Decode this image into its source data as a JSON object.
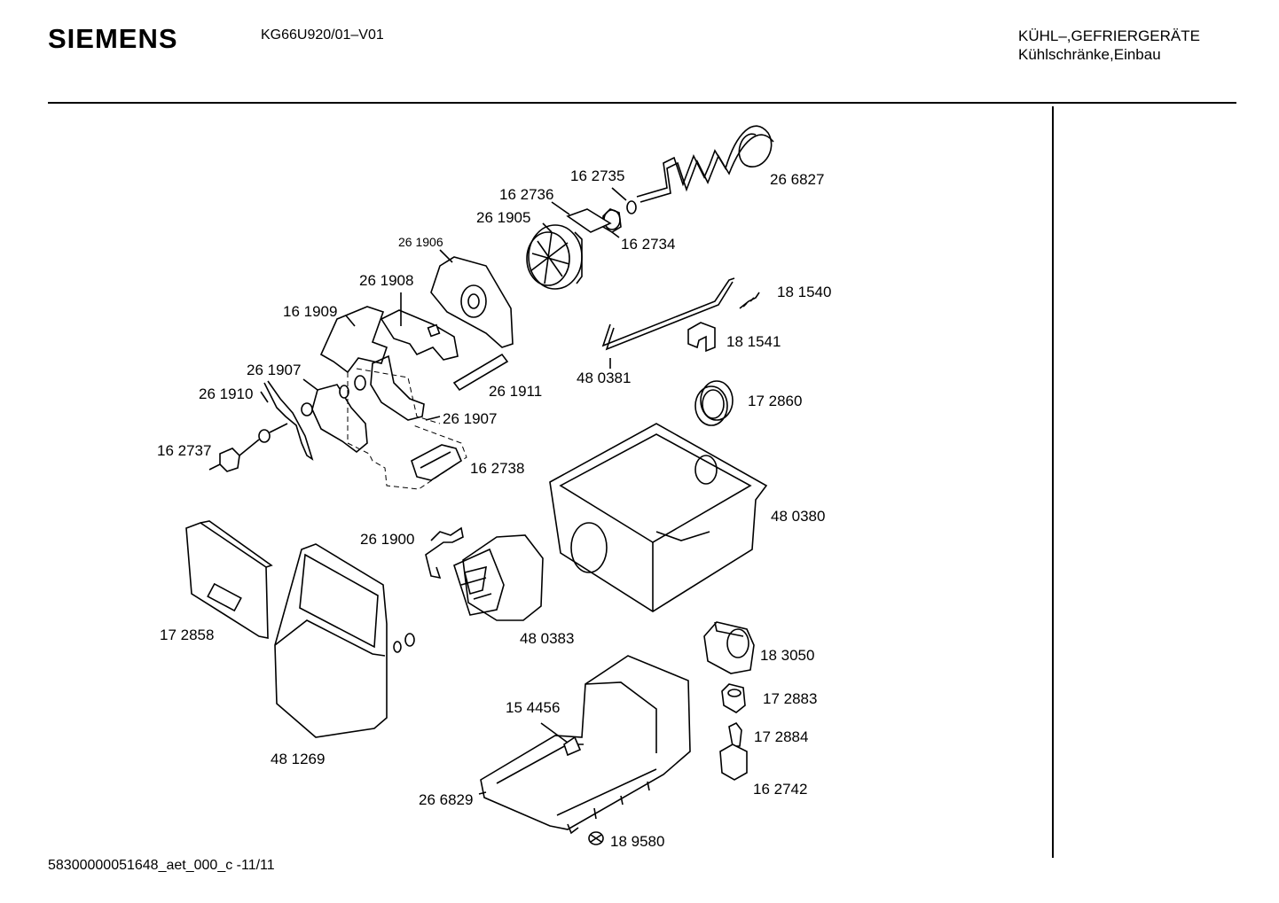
{
  "header": {
    "brand": "SIEMENS",
    "model": "KG66U920/01–V01",
    "category_line1": "KÜHL–,GEFRIERGERÄTE",
    "category_line2": "Kühlschränke,Einbau"
  },
  "footer": {
    "doc_code": "58300000051648_aet_000_c  -11/11"
  },
  "parts": [
    {
      "id": "266827",
      "label": "26 6827"
    },
    {
      "id": "162735",
      "label": "16 2735"
    },
    {
      "id": "162736",
      "label": "16 2736"
    },
    {
      "id": "261905",
      "label": "26 1905"
    },
    {
      "id": "162734",
      "label": "16 2734"
    },
    {
      "id": "261906",
      "label": "26 1906"
    },
    {
      "id": "261908",
      "label": "26 1908"
    },
    {
      "id": "161909",
      "label": "16 1909"
    },
    {
      "id": "181540",
      "label": "18 1540"
    },
    {
      "id": "181541",
      "label": "18 1541"
    },
    {
      "id": "261907a",
      "label": "26 1907"
    },
    {
      "id": "261910",
      "label": "26 1910"
    },
    {
      "id": "261911",
      "label": "26 1911"
    },
    {
      "id": "480381",
      "label": "48 0381"
    },
    {
      "id": "172860",
      "label": "17 2860"
    },
    {
      "id": "261907b",
      "label": "26 1907"
    },
    {
      "id": "162737",
      "label": "16 2737"
    },
    {
      "id": "162738",
      "label": "16 2738"
    },
    {
      "id": "480380",
      "label": "48 0380"
    },
    {
      "id": "261900",
      "label": "26 1900"
    },
    {
      "id": "172858",
      "label": "17 2858"
    },
    {
      "id": "480383",
      "label": "48 0383"
    },
    {
      "id": "183050",
      "label": "18 3050"
    },
    {
      "id": "172883",
      "label": "17 2883"
    },
    {
      "id": "154456",
      "label": "15 4456"
    },
    {
      "id": "172884",
      "label": "17 2884"
    },
    {
      "id": "481269",
      "label": "48 1269"
    },
    {
      "id": "162742",
      "label": "16 2742"
    },
    {
      "id": "266829",
      "label": "26 6829"
    },
    {
      "id": "189580",
      "label": "18 9580"
    }
  ]
}
